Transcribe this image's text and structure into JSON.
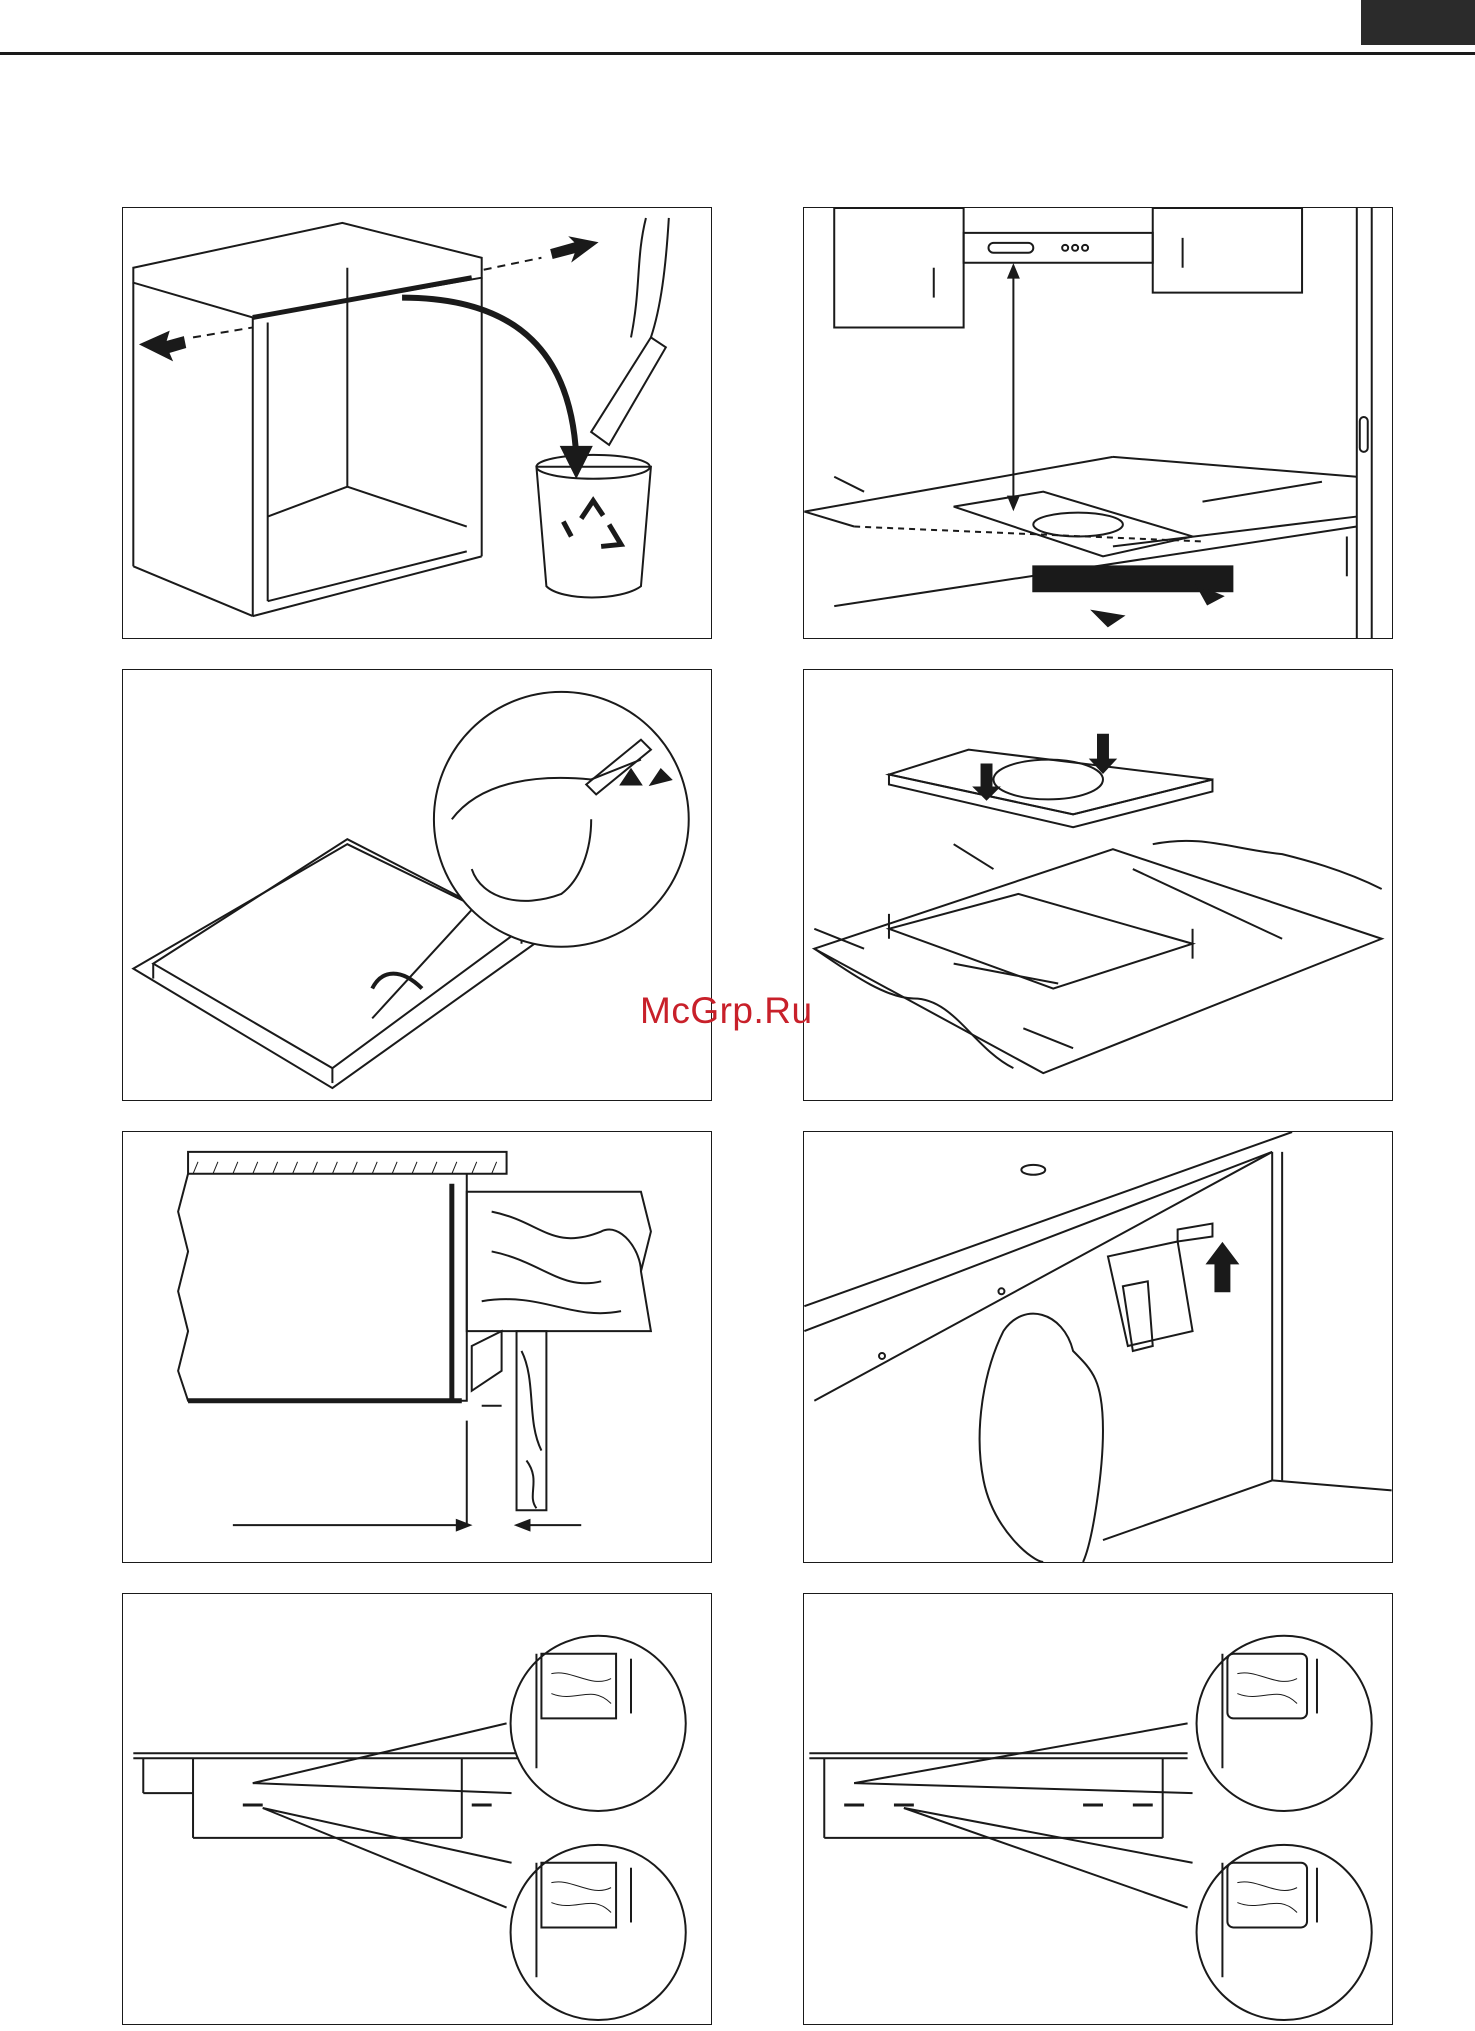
{
  "watermark": {
    "text": "McGrp.Ru"
  },
  "colors": {
    "ink": "#1a1a1a",
    "watermark": "#c8202a",
    "header_tab": "#2b2b2b"
  },
  "panels": [
    {
      "id": 1,
      "depicts": "cabinet-strip-removal"
    },
    {
      "id": 2,
      "depicts": "kitchen-clearances"
    },
    {
      "id": 3,
      "depicts": "sealing-strip"
    },
    {
      "id": 4,
      "depicts": "hob-into-cutout"
    },
    {
      "id": 5,
      "depicts": "worktop-section"
    },
    {
      "id": 6,
      "depicts": "fixing-bracket"
    },
    {
      "id": 7,
      "depicts": "bracket-detail-a"
    },
    {
      "id": 8,
      "depicts": "bracket-detail-b"
    }
  ]
}
